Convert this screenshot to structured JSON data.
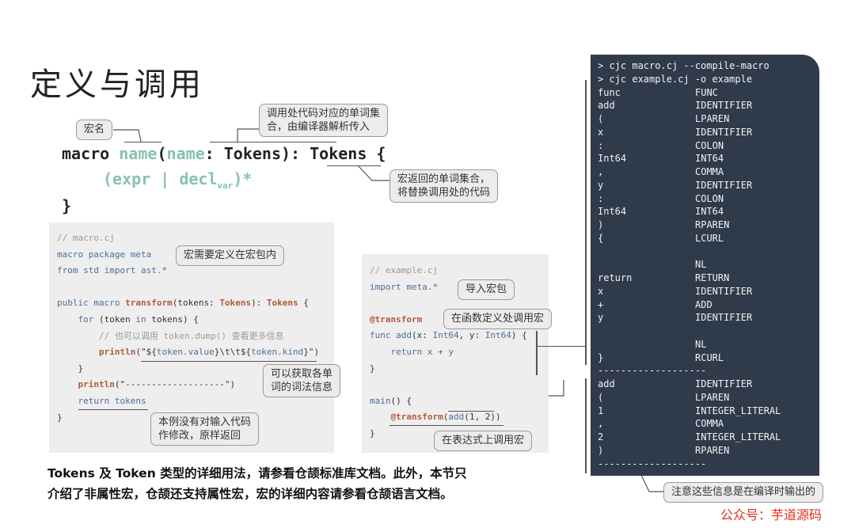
{
  "title": "定义与调用",
  "signature": {
    "line1_kw": "macro",
    "line1_name": "name",
    "line1_open": "(",
    "line1_param": "name",
    "line1_colon": ": Tokens): Tokens {",
    "line2_a": "(expr | decl",
    "line2_sub": "var",
    "line2_b": ")*",
    "line3": "}"
  },
  "callouts": {
    "macro_name": "宏名",
    "call_tokens_1": "调用处代码对应的单词集",
    "call_tokens_2": "合，由编译器解析传入",
    "ret_tokens_1": "宏返回的单词集合，",
    "ret_tokens_2": "将替换调用处的代码",
    "macro_pkg": "宏需要定义在宏包内",
    "get_info_1": "可以获取各单",
    "get_info_2": "词的词法信息",
    "no_modify_1": "本例没有对输入代码",
    "no_modify_2": "作修改，原样返回",
    "import_pkg": "导入宏包",
    "func_def_call": "在函数定义处调用宏",
    "expr_call": "在表达式上调用宏",
    "compile_note": "注意这些信息是在编译时输出的"
  },
  "macro_code": {
    "l1": "// macro.cj",
    "l2a": "macro package",
    "l2b": " meta",
    "l3a": "from std import",
    "l3b": " ast.*",
    "l4a": "public macro ",
    "l4b": "transform",
    "l4c": "(tokens: ",
    "l4d": "Tokens",
    "l4e": "): ",
    "l4f": "Tokens",
    "l4g": " {",
    "l5a": "    for",
    "l5b": " (token ",
    "l5c": "in",
    "l5d": " tokens) {",
    "l6": "        // 也可以调用 token.dump() 查看更多信息",
    "l7a": "        println",
    "l7b": "(\"${",
    "l7c": "token.value",
    "l7d": "}\\t\\t${",
    "l7e": "token.kind",
    "l7f": "}\")",
    "l8": "    }",
    "l9a": "    println",
    "l9b": "(\"-------------------\")",
    "l10a": "    return",
    "l10b": " tokens",
    "l11": "}"
  },
  "example_code": {
    "l1": "// example.cj",
    "l2a": "import",
    "l2b": " meta.*",
    "l3": "@transform",
    "l4a": "func ",
    "l4b": "add",
    "l4c": "(x: ",
    "l4d": "Int64",
    "l4e": ", y: ",
    "l4f": "Int64",
    "l4g": ") {",
    "l5a": "    return",
    "l5b": " x + y",
    "l6": "}",
    "l7a": "main",
    "l7b": "() {",
    "l8a": "    ",
    "l8b": "@transform",
    "l8c": "(",
    "l8d": "add",
    "l8e": "(1, 2))",
    "l9": "}"
  },
  "terminal": {
    "rows": [
      [
        "> cjc macro.cj --compile-macro",
        ""
      ],
      [
        "> cjc example.cj -o example",
        ""
      ],
      [
        "func",
        "FUNC"
      ],
      [
        "add",
        "IDENTIFIER"
      ],
      [
        "(",
        "LPAREN"
      ],
      [
        "x",
        "IDENTIFIER"
      ],
      [
        ":",
        "COLON"
      ],
      [
        "Int64",
        "INT64"
      ],
      [
        ",",
        "COMMA"
      ],
      [
        "y",
        "IDENTIFIER"
      ],
      [
        ":",
        "COLON"
      ],
      [
        "Int64",
        "INT64"
      ],
      [
        ")",
        "RPAREN"
      ],
      [
        "{",
        "LCURL"
      ],
      [
        "",
        ""
      ],
      [
        "",
        "NL"
      ],
      [
        "return",
        "RETURN"
      ],
      [
        "x",
        "IDENTIFIER"
      ],
      [
        "+",
        "ADD"
      ],
      [
        "y",
        "IDENTIFIER"
      ],
      [
        "",
        ""
      ],
      [
        "",
        "NL"
      ],
      [
        "}",
        "RCURL"
      ],
      [
        "-------------------",
        ""
      ],
      [
        "add",
        "IDENTIFIER"
      ],
      [
        "(",
        "LPAREN"
      ],
      [
        "1",
        "INTEGER_LITERAL"
      ],
      [
        ",",
        "COMMA"
      ],
      [
        "2",
        "INTEGER_LITERAL"
      ],
      [
        ")",
        "RPAREN"
      ],
      [
        "-------------------",
        ""
      ]
    ]
  },
  "paragraph": {
    "p1": "Tokens 及 Token 类型的详细用法，请参看仓颉标准库文档。此外，本节只",
    "p2a": "介绍了",
    "p2b": "非属性宏",
    "p2c": "，仓颉还支持",
    "p2d": "属性宏",
    "p2e": "，宏的详细内容请参看仓颉语言文档。"
  },
  "footer": "公众号：芋道源码"
}
